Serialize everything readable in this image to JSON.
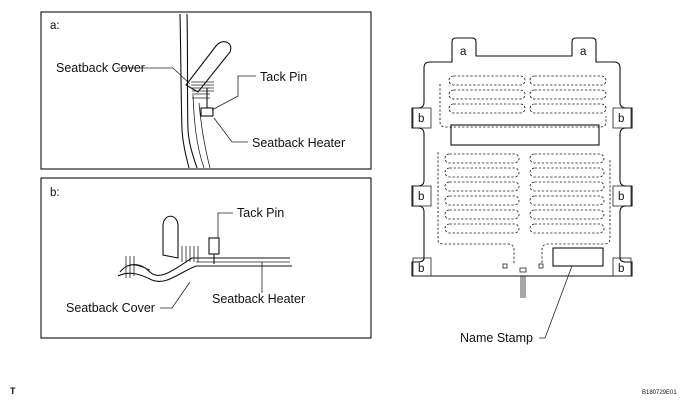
{
  "panel_a": {
    "tag": "a:",
    "seatback_cover": "Seatback Cover",
    "tack_pin": "Tack Pin",
    "seatback_heater": "Seatback Heater"
  },
  "panel_b": {
    "tag": "b:",
    "tack_pin": "Tack Pin",
    "seatback_cover": "Seatback Cover",
    "seatback_heater": "Seatback Heater"
  },
  "seatback": {
    "top_tabs": [
      "a",
      "a"
    ],
    "side_tabs": [
      "b",
      "b",
      "b",
      "b",
      "b",
      "b"
    ],
    "name_stamp": "Name Stamp"
  },
  "footer": {
    "left_mark": "T",
    "figure_code": "B180729E01"
  }
}
